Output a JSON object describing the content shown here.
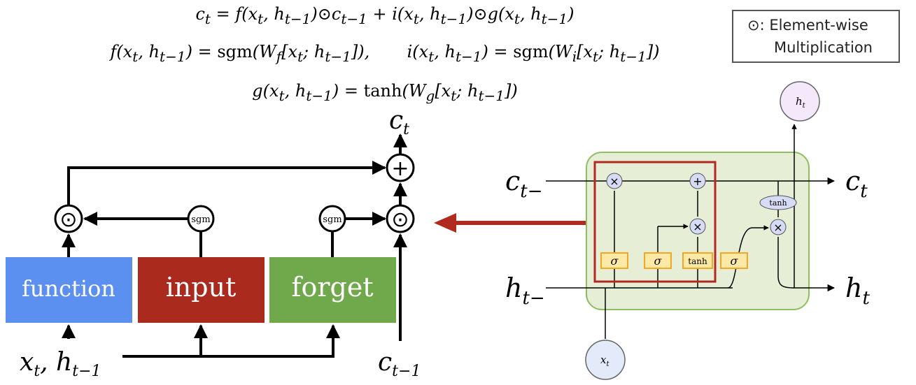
{
  "equations": {
    "line1": "c_t = f(x_t, h_{t−1})⊙c_{t−1} + i(x_t, h_{t−1})⊙g(x_t, h_{t−1})",
    "line2a": "f(x_t, h_{t−1}) = sgm(W_f [x_t; h_{t−1}]),",
    "line2b": "i(x_t, h_{t−1}) = sgm(W_i [x_t; h_{t−1}])",
    "line3": "g(x_t, h_{t−1}) = tanh(W_g [x_t; h_{t−1}])"
  },
  "legend": {
    "symbol": "⊙",
    "line1": ": Element-wise",
    "line2": "Multiplication"
  },
  "left_diagram": {
    "boxes": {
      "function": "function",
      "input": "input",
      "forget": "forget"
    },
    "box_colors": {
      "function": "#5b8ff0",
      "input": "#aa2a1e",
      "forget": "#70a84c"
    },
    "sgm_label": "sgm",
    "plus": "+",
    "odot": "⊙",
    "output_label": "c_t",
    "input_label": "x_t, h_{t−1}",
    "cprev_label": "c_{t−1}"
  },
  "right_diagram": {
    "c_in": "c_{t−}",
    "c_out": "c_t",
    "h_in": "h_{t−}",
    "h_out": "h_t",
    "h_top": "h_t",
    "x_bottom": "x_t",
    "sigma": "σ",
    "tanh": "tanh",
    "times": "×",
    "plus": "+",
    "cell_color": "#e6efd6",
    "cell_border": "#8fbf60",
    "highlight_color": "#b02a20",
    "gate_color": "#f5a623",
    "node_color": "#d6dcf5"
  }
}
